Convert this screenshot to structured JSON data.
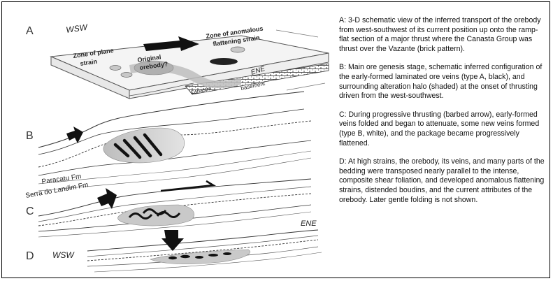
{
  "figure": {
    "panels": {
      "a": {
        "letter": "A",
        "wsw": "WSW",
        "ene": "ENE",
        "plane_strain_l1": "Zone of plane",
        "plane_strain_l2": "strain",
        "original_l1": "Original",
        "original_l2": "orebody?",
        "anomalous_l1": "Zone of anomalous",
        "anomalous_l2": "flattening strain",
        "canastra": "Canastra",
        "basement": "basement"
      },
      "b": {
        "letter": "B",
        "paracatu": "Paracatu Fm",
        "serra": "Serra do Landim Fm"
      },
      "c": {
        "letter": "C"
      },
      "d": {
        "letter": "D",
        "wsw": "WSW",
        "ene": "ENE"
      }
    }
  },
  "caption": {
    "a": "A: 3-D schematic view of the inferred transport of the orebody from west-southwest of its current position up onto the ramp-flat section of a major thrust where the Canasta Group was thrust over the Vazante (brick pattern).",
    "b": "B: Main ore genesis stage, schematic inferred configuration of the early-formed laminated ore veins (type A, black), and surrounding alteration halo (shaded) at the onset of thrusting driven from the west-southwest.",
    "c": "C: During progressive thrusting (barbed arrow), early-formed veins folded and began to attenuate, some new veins formed (type B, white), and the package became progressively flattened.",
    "d": "D: At high strains, the orebody, its veins, and many parts of the bedding were transposed nearly parallel to the intense, composite shear foliation, and developed anomalous flattening strains, distended boudins, and the current attributes of the orebody. Later gentle folding is not shown."
  }
}
